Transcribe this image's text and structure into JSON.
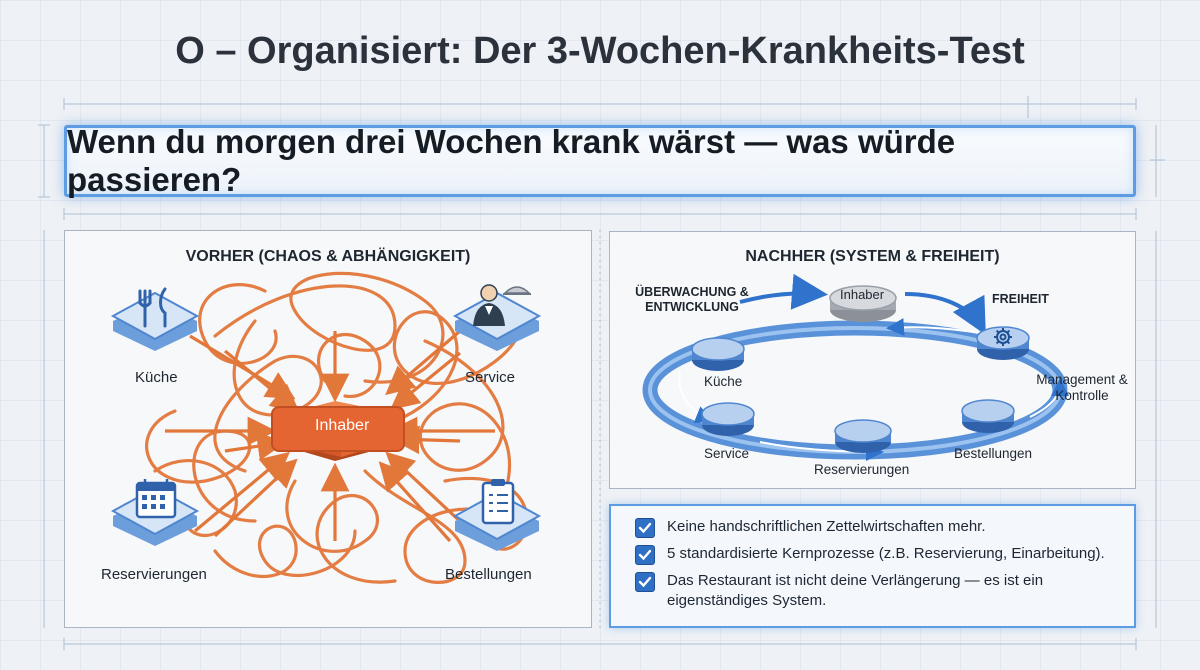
{
  "header": {
    "title": "O – Organisiert: Der 3-Wochen-Krankheits-Test",
    "question": "Wenn du morgen drei Wochen krank wärst — was würde passieren?"
  },
  "before": {
    "title": "VORHER (CHAOS & ABHÄNGIGKEIT)",
    "center": "Inhaber",
    "nodes": {
      "kitchen": "Küche",
      "service": "Service",
      "reservations": "Reservierungen",
      "orders": "Bestellungen"
    },
    "icons": {
      "kitchen": "cutlery-icon",
      "service": "waiter-icon",
      "reservations": "calendar-icon",
      "orders": "clipboard-icon"
    }
  },
  "after": {
    "title": "NACHHER (SYSTEM & FREIHEIT)",
    "owner": "Inhaber",
    "monitoring": "ÜBERWACHUNG & ENTWICKLUNG",
    "freedom": "FREIHEIT",
    "management": "Management & Kontrolle",
    "nodes": {
      "kitchen": "Küche",
      "service": "Service",
      "reservations": "Reservierungen",
      "orders": "Bestellungen"
    },
    "icons": {
      "management": "gear-icon"
    }
  },
  "checklist": [
    "Keine handschriftlichen Zettelwirtschaften mehr.",
    "5 standardisierte Kernprozesse (z.B. Reservierung, Einarbeitung).",
    "Das Restaurant ist nicht deine Verlängerung — es ist ein eigenständiges System."
  ],
  "colors": {
    "chaos": "#e2773a",
    "owner_fill": "#e46531",
    "system_blue": "#2f73cc",
    "node_blue": "#b7d0ef",
    "frame_blue": "#5d9be2",
    "check_blue": "#2f6fc4"
  }
}
